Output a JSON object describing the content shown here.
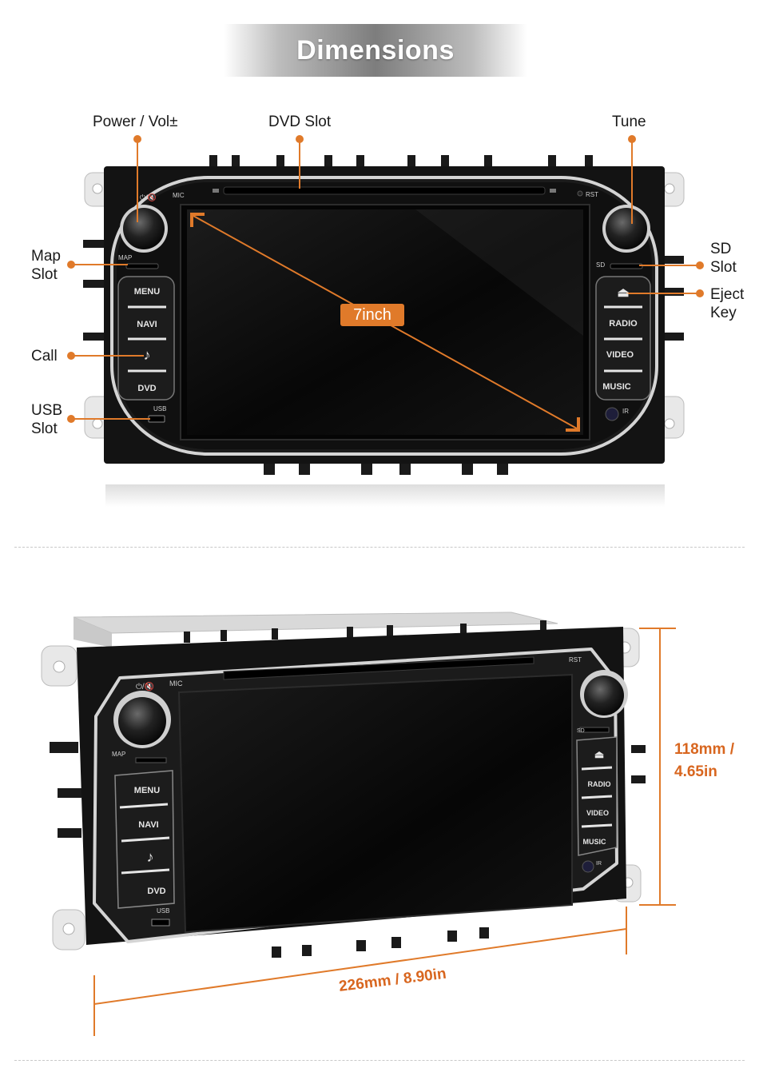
{
  "header": {
    "title": "Dimensions"
  },
  "callouts": {
    "power_vol": "Power / Vol±",
    "dvd_slot": "DVD Slot",
    "tune": "Tune",
    "map_slot_line1": "Map",
    "map_slot_line2": "Slot",
    "call": "Call",
    "usb_slot_line1": "USB",
    "usb_slot_line2": "Slot",
    "sd_slot_line1": "SD",
    "sd_slot_line2": "Slot",
    "eject_line1": "Eject",
    "eject_line2": "Key"
  },
  "screen": {
    "size_label": "7inch"
  },
  "unit_labels": {
    "mic": "MIC",
    "rst": "RST",
    "map": "MAP",
    "sd": "SD",
    "usb": "USB",
    "ir": "IR"
  },
  "buttons": {
    "left": [
      "MENU",
      "NAVI",
      "♪",
      "DVD"
    ],
    "right": [
      "⏏",
      "RADIO",
      "VIDEO",
      "MUSIC"
    ]
  },
  "dimensions": {
    "height_line1": "118mm /",
    "height_line2": "4.65in",
    "width": "226mm / 8.90in"
  },
  "colors": {
    "accent": "#d8661f",
    "unit_body": "#111111",
    "bezel_ring": "#c8c8c8"
  }
}
